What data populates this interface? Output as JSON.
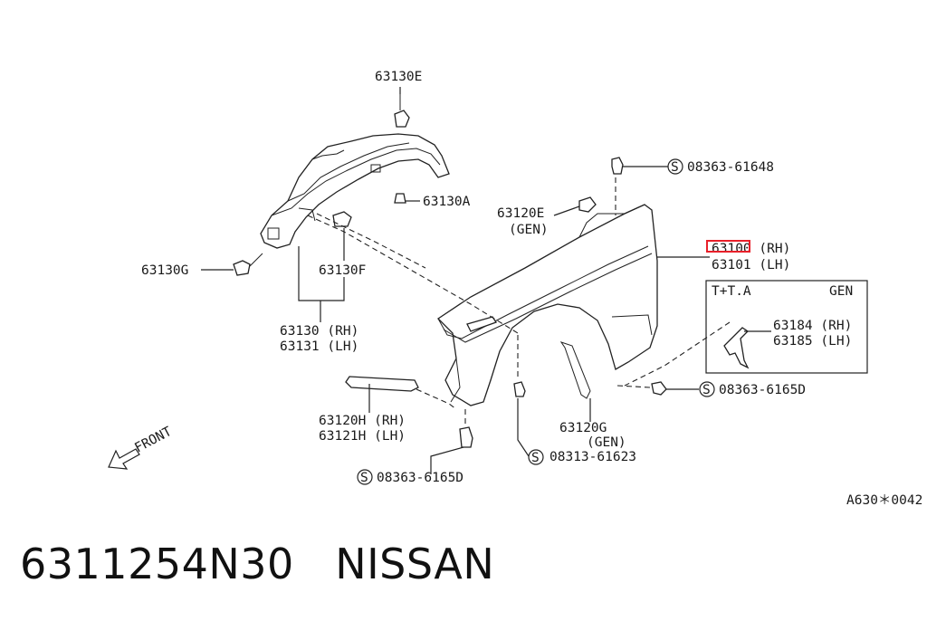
{
  "labels": {
    "p63130E": "63130E",
    "p63130A": "63130A",
    "p63130G": "63130G",
    "p63130F": "63130F",
    "p63130": "63130 (RH)",
    "p63131": "63131 (LH)",
    "p63120E": "63120E",
    "p63120E_gen": "(GEN)",
    "p08363_61648": "08363-61648",
    "p63100": "63100 (RH)",
    "p63101": "63101 (LH)",
    "box_left": "T+T.A",
    "box_right": "GEN",
    "p63184": "63184 (RH)",
    "p63185": "63185 (LH)",
    "p08363_6165D_right": "08363-6165D",
    "p63120H": "63120H (RH)",
    "p63121H": "63121H (LH)",
    "p63120G": "63120G",
    "p63120G_gen": "(GEN)",
    "p08313_61623": "08313-61623",
    "p08363_6165D_bottom": "08363-6165D",
    "front": "FRONT",
    "figure_code": "A630＊0042",
    "s_mark": "S"
  },
  "footer": {
    "part_number": "6311254N30",
    "brand": "NISSAN"
  },
  "colors": {
    "highlight": "#e8202a",
    "ink": "#1a1a1a"
  }
}
